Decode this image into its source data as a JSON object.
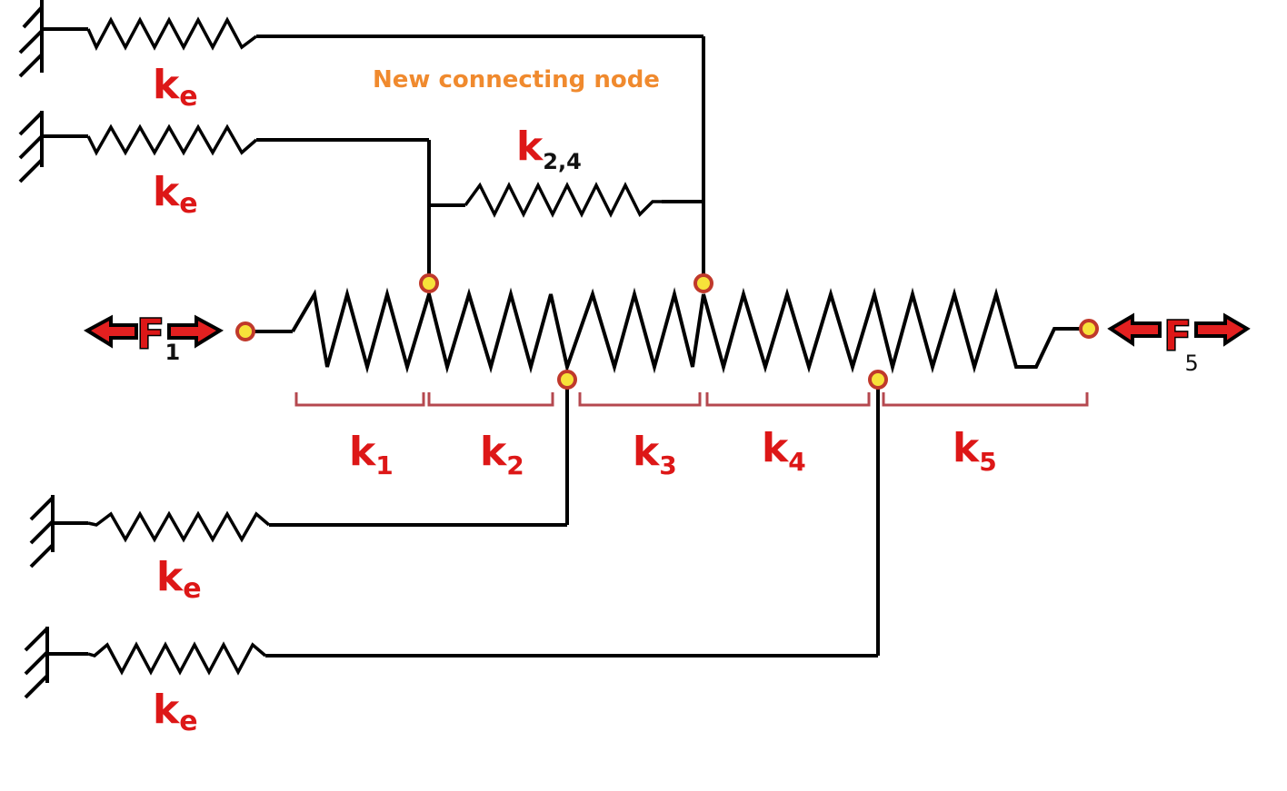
{
  "annotation": {
    "text": "New connecting node",
    "color": "#f08a2e"
  },
  "labels": {
    "ke_symbol": "k",
    "ke_subscript": "e",
    "k24_symbol": "k",
    "k24_subscript": "2,4",
    "segments": [
      {
        "symbol": "k",
        "subscript": "1"
      },
      {
        "symbol": "k",
        "subscript": "2"
      },
      {
        "symbol": "k",
        "subscript": "3"
      },
      {
        "symbol": "k",
        "subscript": "4"
      },
      {
        "symbol": "k",
        "subscript": "5"
      }
    ],
    "force_left_symbol": "F",
    "force_left_subscript": "1",
    "force_right_symbol": "F",
    "force_right_subscript": "5"
  },
  "colors": {
    "label_red": "#dd1717",
    "node_fill": "#f7e23a",
    "node_stroke": "#c0392b",
    "bracket": "#b5484f",
    "arrow_fill": "#e32020",
    "line": "#000000"
  }
}
